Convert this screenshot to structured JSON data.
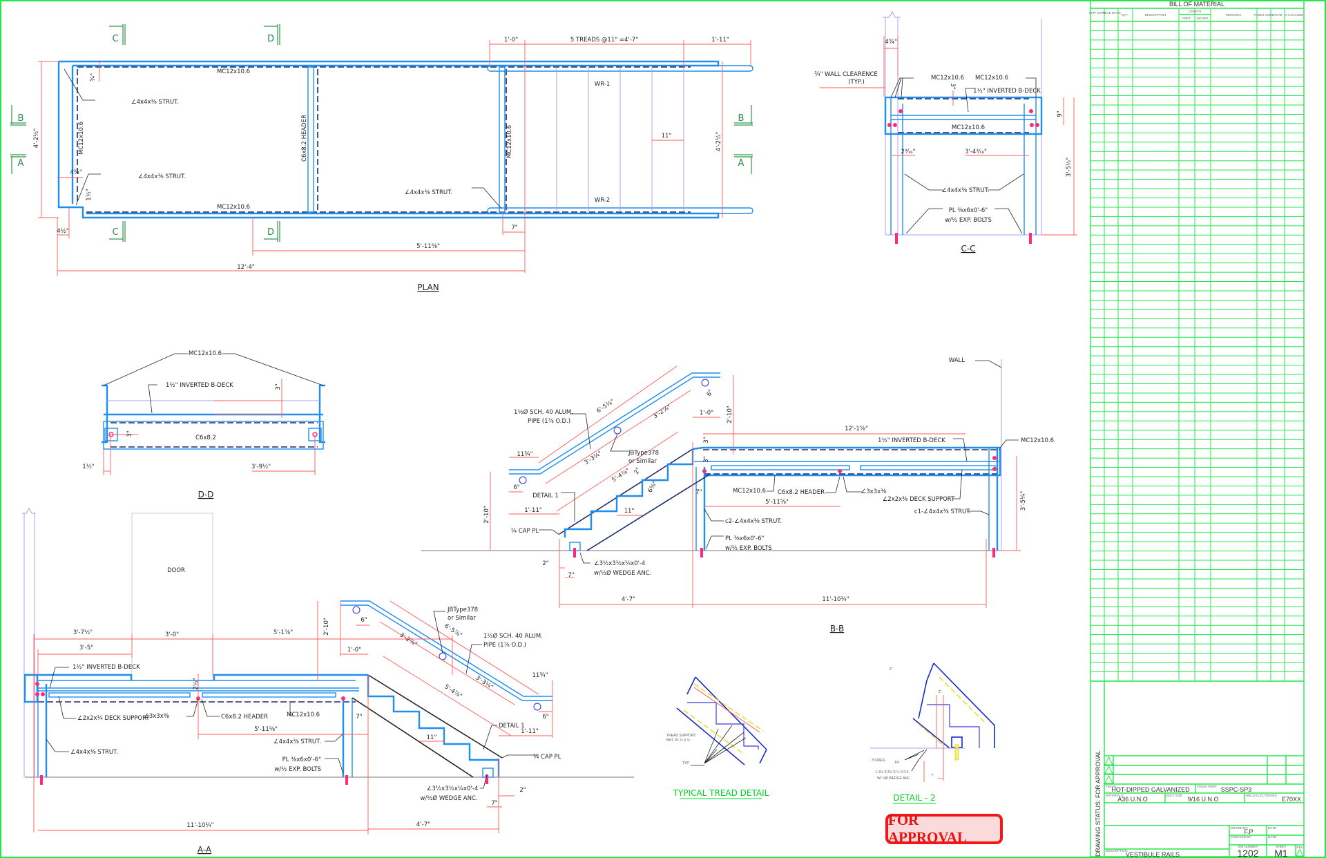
{
  "plan": {
    "title": "PLAN",
    "mc_top": "MC12x10.6",
    "mc_bottom": "MC12x10.6",
    "mc_left": "MC12x10.6",
    "mc_right": "MC12x10.6",
    "header": "C6x8.2 HEADER",
    "strut_top": "∠4x4x⅜ STRUT.",
    "strut_mid": "∠4x4x⅜ STRUT.",
    "strut_right": "∠4x4x⅜ STRUT.",
    "wr1": "WR-1",
    "wr2": "WR-2",
    "dim_1_0": "1'-0\"",
    "dim_treads": "5 TREADS @11\" =4'-7\"",
    "dim_1_11": "1'-11\"",
    "dim_11": "11\"",
    "dim_width_right": "4'-2½\"",
    "dim_width_left": "4'-2½\"",
    "dim_4_3_4": "4¾\"",
    "dim_4_1_2": "4½\"",
    "dim_7": "7\"",
    "dim_5_11": "5'-11⅝\"",
    "dim_12_4": "12'-4\"",
    "dim_3_4": "¾\"",
    "dim_1_1_2": "1½\"",
    "section_c": "C",
    "section_d": "D",
    "section_b": "B",
    "section_a": "A"
  },
  "cc": {
    "title": "C-C",
    "wall_clearance": "¾\" WALL CLEARENCE",
    "wall_clearance_typ": "(TYP.)",
    "mc_left": "MC12x10.6",
    "mc_right": "MC12x10.6",
    "bdeck": "1½\" INVERTED B-DECK",
    "mc_mid": "MC12x10.6",
    "dim_4_3_4": "4¾\"",
    "dim_2_3_16": "2³⁄₁₆\"",
    "dim_3_4_3_16": "3'-4³⁄₁₆\"",
    "strut": "∠4x4x⅜ STRUT.",
    "plate": "PL ⅜x6x0'-6\"",
    "bolts": "w/½ EXP. BOLTS",
    "dim_height": "3'-5½\"",
    "dim_3": "3\"",
    "dim_9": "9\""
  },
  "dd": {
    "title": "D-D",
    "mc": "MC12x10.6",
    "bdeck": "1½\" INVERTED B-DECK",
    "c6": "C6x8.2",
    "dim_1_1_2": "1½\"",
    "dim_3_9": "3'-9½\"",
    "dim_3": "3\"",
    "dim_3b": "3\""
  },
  "bb": {
    "title": "B-B",
    "wall": "WALL",
    "mc": "MC12x10.6",
    "bdeck": "1½\" INVERTED B-DECK",
    "dim_12_1": "12'-1⅝\"",
    "mc_mid": "MC12x10.6",
    "header": "C6x8.2 HEADER",
    "angle": "∠3x3x⅜",
    "deck_support": "∠2x2x⅜ DECK SUPPORT",
    "strut_c1": "c1-∠4x4x⅜ STRUT.",
    "strut_c2": "c2-∠4x4x⅜ STRUT.",
    "plate": "PL ⅜x6x0'-6\"",
    "bolts": "w/½ EXP. BOLTS",
    "dim_5_11": "5'-11⅝\"",
    "dim_11_10": "11'-10¼\"",
    "dim_4_7": "4'-7\"",
    "dim_3_5": "3'-5¼\"",
    "dim_2_10": "2'-10\"",
    "dim_1_0": "1'-0\"",
    "dim_6_top": "6\"",
    "pipe": "1½Ø SCH. 40 ALUM.",
    "pipe2": "PIPE (1⅞ O.D.)",
    "dim_6_5": "6'-5⅞\"",
    "dim_3_2": "3'-2⅞\"",
    "dim_3_3": "3'-3¼\"",
    "jb": "JBType378",
    "jb2": "or Similar",
    "dim_11_3": "11¾\"",
    "dim_6": "6\"",
    "detail1": "DETAIL 1",
    "dim_5_4": "5'-4⅞\"",
    "dim_1_11": "1'-11\"",
    "cap": "¼ CAP PL",
    "dim_2": "2\"",
    "dim_7": "7\"",
    "angle2": "∠3½x3½x¼x0'-4",
    "wedge": "w/½Ø WEDGE ANC.",
    "dim_2_10_left": "2'-10\"",
    "dim_11": "11\"",
    "dim_7b": "7\"",
    "dim_2b": "2\"",
    "dim_6_5_8": "6⅝\"",
    "dim_3a": "3\"",
    "dim_3b": "3\""
  },
  "aa": {
    "title": "A-A",
    "door": "DOOR",
    "dim_3_7": "3'-7½\"",
    "dim_3_0": "3'-0\"",
    "dim_5_1": "5'-1⅞\"",
    "dim_3_5": "3'-5\"",
    "bdeck": "1½\" INVERTED B-DECK",
    "deck_support": "∠2x2x¼ DECK SUPPORT",
    "angle": "∠3x3x⅜",
    "header": "C6x8.2 HEADER",
    "mc": "MC12x10.6",
    "dim_5_11": "5'-11⅝\"",
    "strut_left": "∠4x4x⅜ STRUT.",
    "strut_right": "∠4x4x⅜ STRUT.",
    "plate": "PL ⅜x6x0'-6\"",
    "bolts": "w/½ EXP. BOLTS",
    "dim_11_10": "11'-10¼\"",
    "dim_4_7": "4'-7\"",
    "dim_2_10": "2'-10\"",
    "dim_1_0": "1'-0\"",
    "dim_6": "6\"",
    "jb": "JBType378",
    "jb2": "or Similar",
    "dim_6_5": "6'-5⅞\"",
    "pipe": "1½Ø SCH. 40 ALUM.",
    "pipe2": "PIPE (1⅞ O.D.)",
    "dim_3_2": "3'-2⅞\"",
    "dim_3_3": "3'-3¼\"",
    "dim_11_3": "11¾\"",
    "dim_5_4": "5'-4⅞\"",
    "detail1": "DETAIL 1",
    "dim_1_11": "1'-11\"",
    "dim_6b": "6\"",
    "cap": "¼ CAP PL",
    "angle2": "∠3½x3½x¼x0'-4",
    "wedge": "w/½Ø WEDGE ANC.",
    "dim_2": "2\"",
    "dim_7": "7\"",
    "dim_11": "11\"",
    "dim_7b": "7\"",
    "dim_2_1_2": "2½\""
  },
  "details": {
    "tread_title": "TYPICAL TREAD DETAIL",
    "tread_support": "TREAD SUPPORT",
    "tread_support2": "BNT. PL ¼ X ½",
    "typ": "TYP",
    "d2_title": "DETAIL - 2",
    "d2_sides": "3 SIDES",
    "d2_weld": "1/4",
    "d2_angle": "L 3½ X 3½ X ¼ X 0-4",
    "d2_wedge": "W/ ½Ø WEDGE ANC.",
    "d2_dim_7": "7\"",
    "d2_dim_2": "2\"",
    "d2_dim_2b": "2\""
  },
  "stamp": "FOR APPROVAL",
  "bom": {
    "title": "BILL OF MATERIAL",
    "columns": [
      "SHIP MARK",
      "PIECE MARK",
      "QTY.",
      "DESCRIPTION",
      "LENGTH",
      "FEET",
      "INCHES",
      "REMARKS",
      "FINISH CODE",
      "ASTM",
      "A.S.M CODE"
    ]
  },
  "title_block": {
    "status": "DRAWING STATUS: FOR APPROVAL",
    "finish_label": "FINISH:",
    "finish": "HOT-DIPPED GALVANIZED",
    "finish_prep_label": "FINISH PREP:",
    "finish_prep": "SSPC-SP3",
    "materials_label": "MATERIALS:",
    "materials": "A36 U.N.O",
    "bolt_size_label": "BOLT SIZE:",
    "bolt_size": "9/16 U.N.O",
    "weld_label": "WELD ELECTRODES:",
    "weld": "E70XX",
    "drawn_by_label": "DRAWN BY:",
    "drawn_by": "F.P",
    "date_label": "DATE:",
    "date_label2": "DATE:",
    "checked_by_label": "CHECKED BY:",
    "job_number_label": "JOB NUMBER:",
    "job_number": "1202",
    "sheet_label": "SHEET",
    "sheet": "M1",
    "rev_label": "REV",
    "description_label": "DESCRIPTION:",
    "description": "VESTIBULE RAILS"
  },
  "colors": {
    "frame": "#22e84a",
    "steel": "#1e8ef0",
    "dimension": "#ff5a5a",
    "stamp": "#f01818"
  }
}
